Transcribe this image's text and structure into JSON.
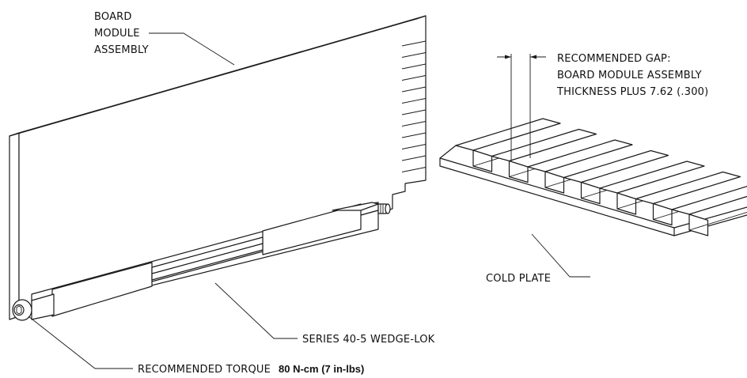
{
  "labels": {
    "board_line1": "BOARD",
    "board_line2": "MODULE",
    "board_line3": "ASSEMBLY",
    "gap_line1": "RECOMMENDED GAP:",
    "gap_line2": "BOARD MODULE ASSEMBLY",
    "gap_line3": "THICKNESS PLUS 7.62 (.300)",
    "cold_plate": "COLD PLATE",
    "wedge_lok": "SERIES 40-5 WEDGE-LOK",
    "torque_prefix": "RECOMMENDED TORQUE",
    "torque_value": "80 N-cm (7 in-lbs)"
  },
  "colors": {
    "line": "#1a1a1a",
    "background": "#ffffff"
  }
}
